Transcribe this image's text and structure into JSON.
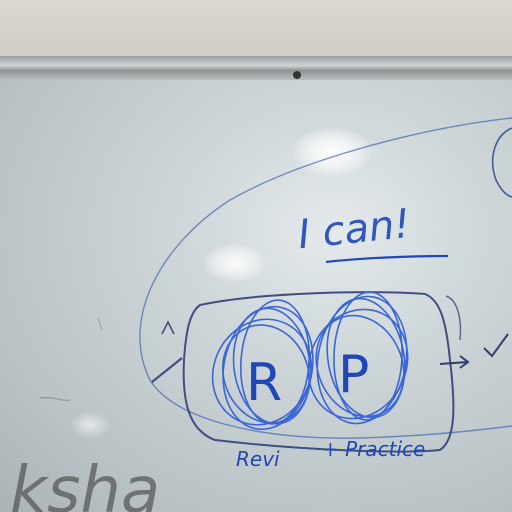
{
  "image": {
    "description_type": "whiteboard-photo",
    "colors": {
      "wall": "#d4d2ca",
      "board": "#c9d0d2",
      "marker_blue": "#1f47b8",
      "marker_light_blue": "#3a66d6"
    }
  },
  "whiteboard": {
    "heading": "I can!",
    "letter_left": "R",
    "letter_right": "P",
    "word_left": "Revi",
    "word_right": "+ Practice",
    "partial_bottom": "ksha"
  }
}
